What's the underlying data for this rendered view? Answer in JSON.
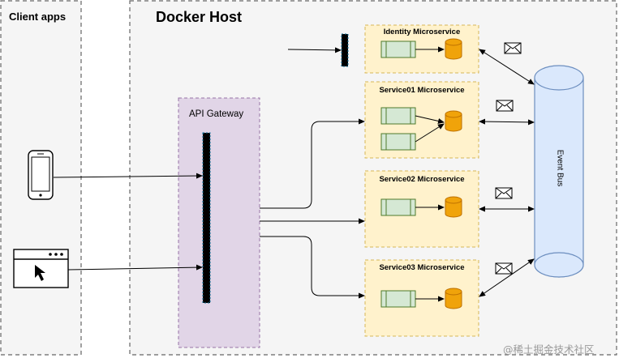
{
  "client_zone": {
    "title": "Client apps"
  },
  "docker_host": {
    "title": "Docker Host"
  },
  "api_gateway": {
    "label": "API Gateway"
  },
  "services": [
    {
      "label": "Identity Microservice"
    },
    {
      "label": "Service01 Microservice"
    },
    {
      "label": "Service02 Microservice"
    },
    {
      "label": "Service03 Microservice"
    }
  ],
  "event_bus": {
    "label": "Event Bus"
  },
  "watermark": {
    "text": "@稀土掘金技术社区"
  },
  "colors": {
    "gateway_fill": "#e1d5e7",
    "service_fill": "#fff2cc",
    "service_border": "#d6b656",
    "component_fill": "#d5e8d4",
    "component_border": "#4e7a2b",
    "database_fill": "#f0a30a",
    "bus_fill": "#dae8fc",
    "bus_border": "#6c8ebf"
  },
  "icons": [
    "mobile-phone-icon",
    "browser-window-icon",
    "envelope-icon",
    "database-icon",
    "component-icon"
  ]
}
